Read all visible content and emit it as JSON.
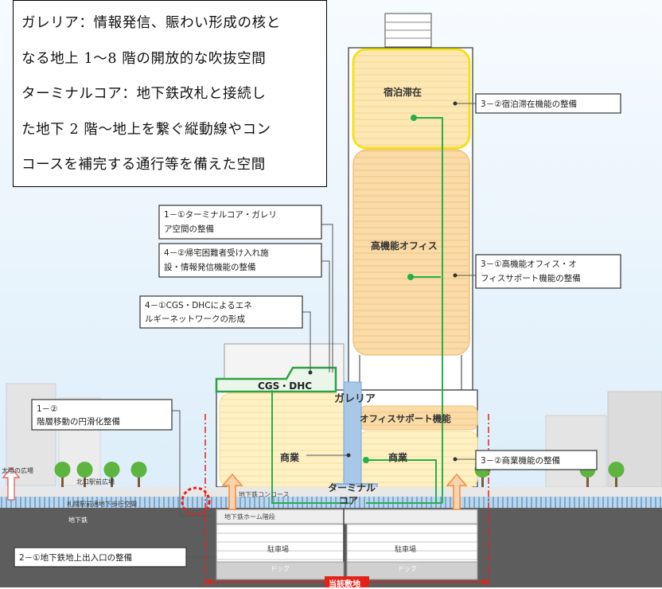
{
  "legend": {
    "lines": [
      "ガレリア：情報発信、賑わい形成の核と",
      "なる地上 1〜8 階の開放的な吹抜空間",
      "ターミナルコア：地下鉄改札と接続し",
      "た地下 2 階〜地上を繋ぐ縦動線やコン",
      "コースを補完する通行等を備えた空間"
    ]
  },
  "zones": {
    "hotel": "宿泊滞在",
    "office": "高機能オフィス",
    "cgs_dhc": "CGS・DHC",
    "galleria": "ガレリア",
    "office_support": "オフィスサポート機能",
    "commercial_left": "商業",
    "commercial_right": "商業",
    "terminal_core_1": "ターミナル",
    "terminal_core_2": "コア",
    "concourse": "地下鉄コンコース",
    "subway_platform": "地下鉄ホーム階段",
    "parking_left": "駐車場",
    "parking_right": "駐車場",
    "duct_left": "ドック",
    "duct_right": "ドック",
    "plaza": "太陽の広場",
    "sapporo_eki": "北口駅前広場",
    "underground_walkway": "札幌駅前通地下歩行空間",
    "underground_line": "地下鉄",
    "site_area": "当該敷地"
  },
  "callouts": {
    "c_3_2_hotel": "3－②宿泊滞在機能の整備",
    "c_1_1_line1": "1－①ターミナルコア・ガレリ",
    "c_1_1_line2": "ア空間の整備",
    "c_4_2_line1": "4－②帰宅困難者受け入れ施",
    "c_4_2_line2": "設・情報発信機能の整備",
    "c_3_1_line1": "3－①高機能オフィス・オ",
    "c_3_1_line2": "フィスサポート機能の整備",
    "c_4_1_line1": "4－①CGS・DHCによるエネ",
    "c_4_1_line2": "ルギーネットワークの形成",
    "c_1_2_line1": "1－②",
    "c_1_2_line2": "階層移動の円滑化整備",
    "c_3_2_comm": "3－②商業機能の整備",
    "c_2_1": "2－①地下鉄地上出入口の整備"
  },
  "colors": {
    "hotel_fill": "#fde9b0",
    "hotel_border": "#f2e21c",
    "office_fill": "#fbdca8",
    "office_border": "#f4c37d",
    "leader_green": "#23b04a",
    "core_blue": "#a9c8e8",
    "walkway_blue": "#7fb3dc",
    "ground_grey": "#5d5d5d",
    "tree_green": "#5db43f",
    "arrow_orange": "#f7a35d",
    "dim_red": "#e2231a"
  }
}
